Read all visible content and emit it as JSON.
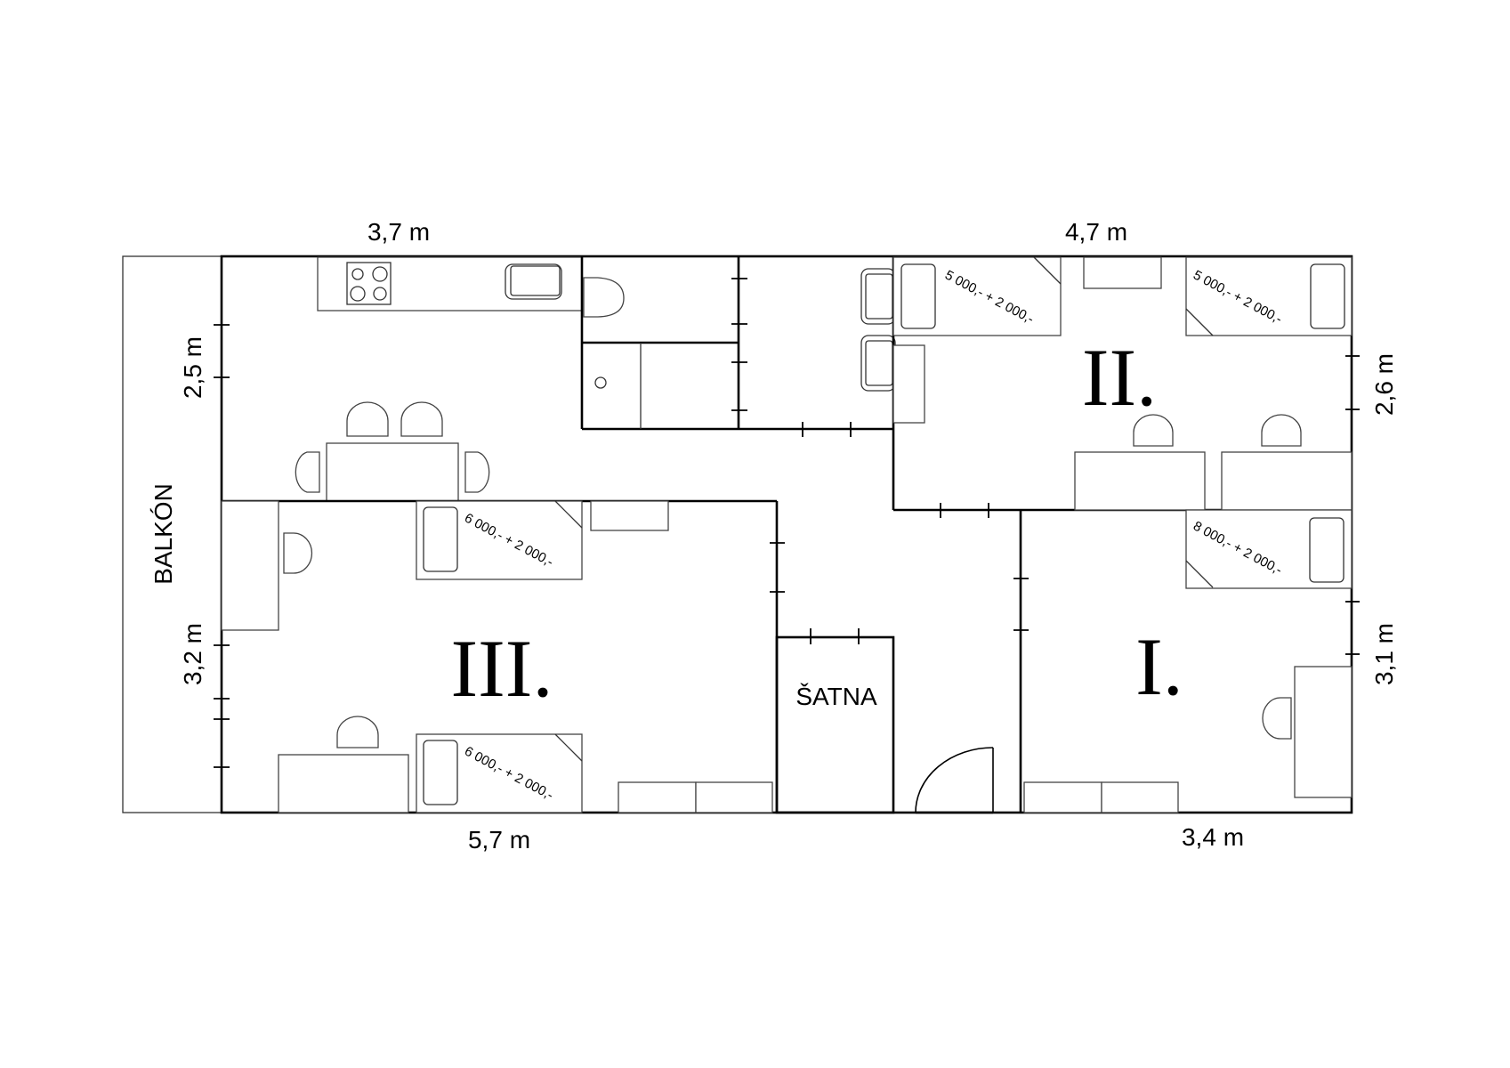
{
  "plan": {
    "dimensions": {
      "top_left": "3,7 m",
      "top_right": "4,7 m",
      "bottom_left": "5,7 m",
      "bottom_right": "3,4 m",
      "left_upper": "2,5 m",
      "left_lower": "3,2 m",
      "right_upper": "2,6 m",
      "right_lower": "3,1 m"
    },
    "areas": {
      "balcony": "BALKÓN",
      "wardrobe": "ŠATNA"
    },
    "rooms": [
      {
        "id": "I",
        "label": "I.",
        "beds": [
          "8 000,- + 2 000,-"
        ]
      },
      {
        "id": "II",
        "label": "II.",
        "beds": [
          "5 000,- + 2 000,-",
          "5 000,- + 2 000,-"
        ]
      },
      {
        "id": "III",
        "label": "III.",
        "beds": [
          "6 000,- + 2 000,-",
          "6 000,- + 2 000,-"
        ]
      }
    ]
  }
}
